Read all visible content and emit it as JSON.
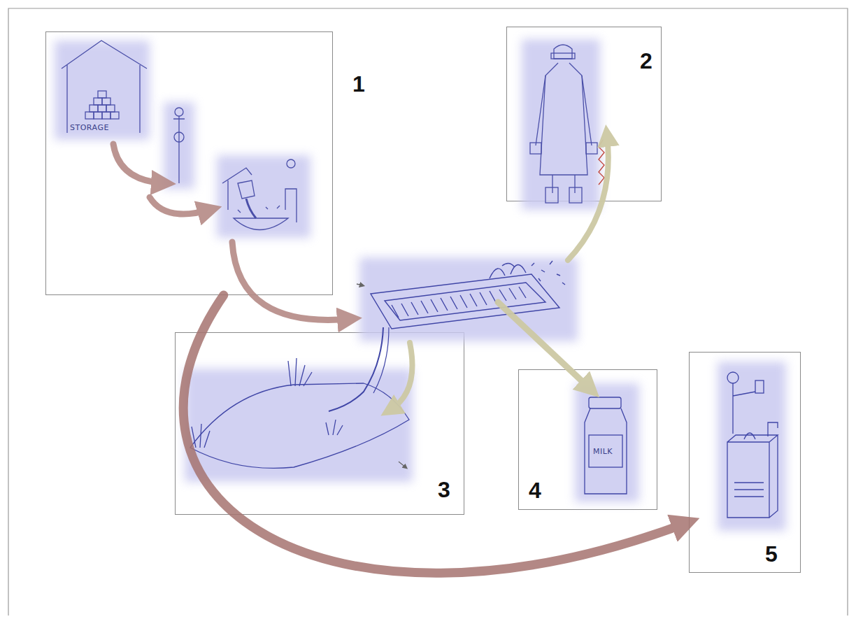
{
  "diagram": {
    "nodes": [
      {
        "text": [
          "1"
        ]
      },
      {
        "text": [
          "2"
        ]
      },
      {
        "text": [
          "3"
        ]
      },
      {
        "text": [
          "4"
        ]
      },
      {
        "text": [
          "5"
        ]
      }
    ],
    "edges": [
      {
        "from": 0,
        "to": 4,
        "arrow": "to"
      }
    ],
    "labels": [
      "STORAGE",
      "MILK"
    ]
  }
}
